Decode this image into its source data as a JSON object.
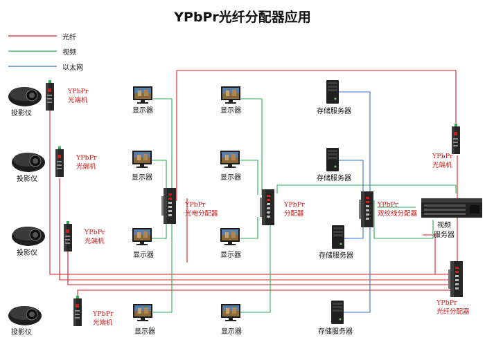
{
  "title": "YPbPr光纤分配器应用",
  "legend": [
    {
      "label": "光纤",
      "color": "#d81e1e"
    },
    {
      "label": "视频",
      "color": "#2eaa57"
    },
    {
      "label": "以太网",
      "color": "#2d6fd6"
    }
  ],
  "labels": {
    "projector": "投影仪",
    "monitor": "显示器",
    "storage": "存储服务器",
    "converter": "YPbPr\n光端机",
    "elec_splitter": "YPbPr\n光电分配器",
    "splitter": "YPbPr\n分配器",
    "twisted_splitter": "YPbPr\n双绞线分配器",
    "video_server": "视频\n服务器",
    "fiber_splitter": "YPbPr\n光纤分配器"
  }
}
